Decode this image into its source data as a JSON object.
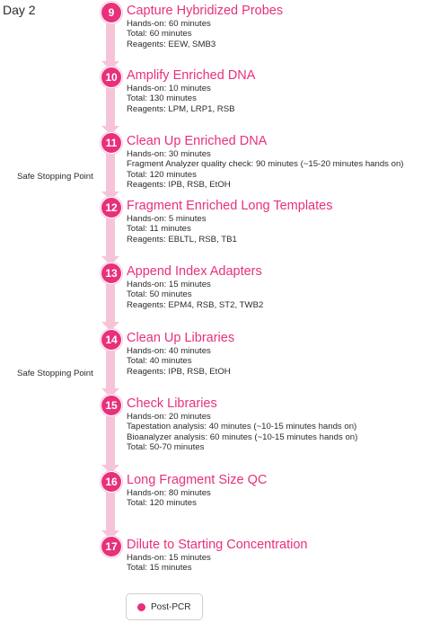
{
  "day_label": "Day 2",
  "colors": {
    "accent": "#e8307c",
    "connector": "#f6c4d9"
  },
  "safe_stopping": [
    "Safe Stopping Point",
    "Safe Stopping Point"
  ],
  "steps": [
    {
      "number": "9",
      "title": "Capture Hybridized Probes",
      "details": [
        "Hands-on: 60 minutes",
        "Total: 60 minutes",
        "Reagents: EEW, SMB3"
      ]
    },
    {
      "number": "10",
      "title": "Amplify Enriched DNA",
      "details": [
        "Hands-on: 10 minutes",
        "Total: 130 minutes",
        "Reagents: LPM, LRP1, RSB"
      ]
    },
    {
      "number": "11",
      "title": "Clean Up Enriched DNA",
      "details": [
        "Hands-on: 30 minutes",
        "Fragment Analyzer quality check: 90 minutes (~15-20 minutes hands on)",
        "Total: 120 minutes",
        "Reagents: IPB, RSB, EtOH"
      ]
    },
    {
      "number": "12",
      "title": "Fragment Enriched Long Templates",
      "details": [
        "Hands-on: 5 minutes",
        "Total: 11 minutes",
        "Reagents: EBLTL, RSB, TB1"
      ]
    },
    {
      "number": "13",
      "title": "Append Index Adapters",
      "details": [
        "Hands-on: 15 minutes",
        "Total: 50 minutes",
        "Reagents: EPM4, RSB, ST2, TWB2"
      ]
    },
    {
      "number": "14",
      "title": "Clean Up Libraries",
      "details": [
        "Hands-on: 40 minutes",
        "Total: 40 minutes",
        "Reagents: IPB, RSB, EtOH"
      ]
    },
    {
      "number": "15",
      "title": "Check Libraries",
      "details": [
        "Hands-on: 20 minutes",
        "Tapestation analysis: 40 minutes (~10-15 minutes hands on)",
        "Bioanalyzer analysis: 60 minutes (~10-15 minutes hands on)",
        "Total: 50-70 minutes"
      ]
    },
    {
      "number": "16",
      "title": "Long Fragment Size QC",
      "details": [
        "Hands-on: 80 minutes",
        "Total: 120 minutes"
      ]
    },
    {
      "number": "17",
      "title": "Dilute to Starting Concentration",
      "details": [
        "Hands-on: 15 minutes",
        "Total: 15 minutes"
      ]
    }
  ],
  "legend": {
    "label": "Post-PCR"
  }
}
